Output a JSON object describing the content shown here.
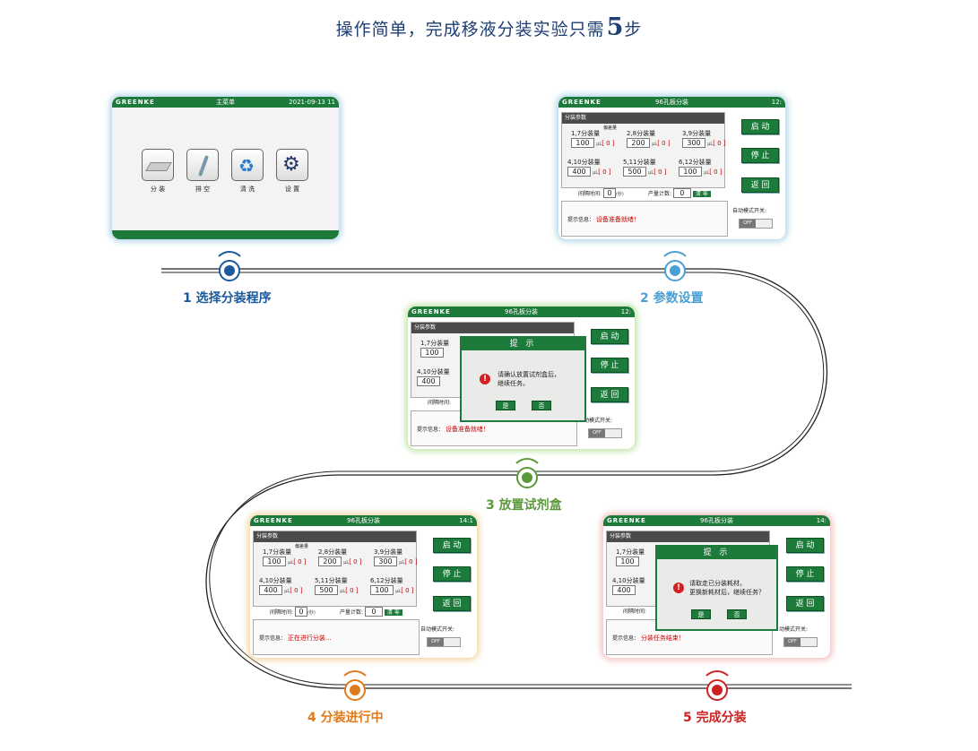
{
  "header": {
    "title": "操作简单，完成移液分装实验只需",
    "count": "5",
    "suffix": "步"
  },
  "steps": [
    {
      "label": "1 选择分装程序",
      "color": "#1a5a9c"
    },
    {
      "label": "2 参数设置",
      "color": "#4aa0d4"
    },
    {
      "label": "3 放置试剂盒",
      "color": "#5a9a3a"
    },
    {
      "label": "4 分装进行中",
      "color": "#e07a1a"
    },
    {
      "label": "5 完成分装",
      "color": "#cc2222"
    }
  ],
  "brand": "GREENKE",
  "main_menu": {
    "title": "主菜单",
    "time": "2021-09-13 11",
    "items": [
      "分 装",
      "排 空",
      "清 洗",
      "设 置"
    ]
  },
  "dispense": {
    "title": "96孔板分装",
    "time1": "12:",
    "time2": "14:1",
    "time3": "14:",
    "panel_title": "分装参数",
    "fields": [
      {
        "label": "1,7分装量",
        "value": "100"
      },
      {
        "label": "2,8分装量",
        "value": "200"
      },
      {
        "label": "3,9分装量",
        "value": "300"
      },
      {
        "label": "4,10分装量",
        "value": "400"
      },
      {
        "label": "5,11分装量",
        "value": "500"
      },
      {
        "label": "6,12分装量",
        "value": "100"
      }
    ],
    "offset_label": "偏差量",
    "unit": "μL",
    "offset_value": "[ 0 ]",
    "interval_label": "间隔时间:",
    "interval_value": "0",
    "interval_unit": "(秒)",
    "count_label": "产量计数:",
    "count_value": "0",
    "clear_btn": "清 零",
    "start_btn": "启 动",
    "stop_btn": "停 止",
    "back_btn": "返 回",
    "hint_label": "提示信息：",
    "hint_ready": "设备准备就绪！",
    "hint_running": "正在进行分装...",
    "hint_done": "分装任务结束！",
    "auto_label": "自动模式开关:",
    "auto_label_cut": "动模式开关:",
    "toggle": "OFF"
  },
  "dialog3": {
    "title": "提 示",
    "line1": "请确认放置试剂盒后，",
    "line2": "继续任务。",
    "yes": "是",
    "no": "否"
  },
  "dialog5": {
    "title": "提 示",
    "line1": "请取走已分装耗材。",
    "line2": "更换新耗材后，继续任务？",
    "yes": "是",
    "no": "否"
  }
}
